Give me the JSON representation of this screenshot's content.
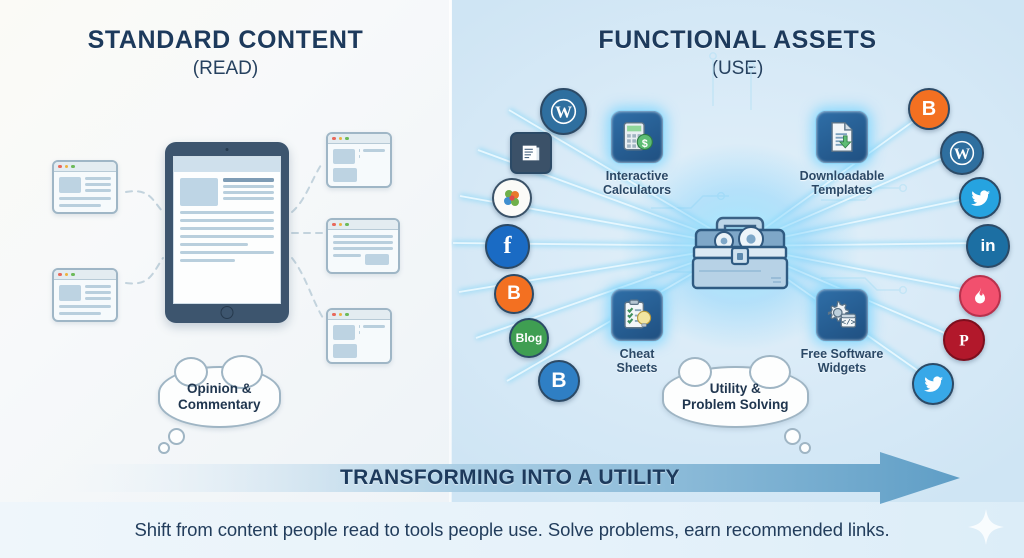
{
  "left_panel": {
    "title": "STANDARD CONTENT",
    "subtitle": "(READ)",
    "bubble": {
      "line1": "Opinion &",
      "line2": "Commentary"
    },
    "device": "tablet-article",
    "browser_card_count": 5
  },
  "right_panel": {
    "title": "FUNCTIONAL ASSETS",
    "subtitle": "(USE)",
    "bubble": {
      "line1": "Utility &",
      "line2": "Problem Solving"
    },
    "center_icon": "toolbox-icon",
    "assets": [
      {
        "id": "interactive-calculators",
        "icon": "calculator-dollar-icon",
        "line1": "Interactive",
        "line2": "Calculators"
      },
      {
        "id": "downloadable-templates",
        "icon": "document-download-icon",
        "line1": "Downloadable",
        "line2": "Templates"
      },
      {
        "id": "cheat-sheets",
        "icon": "clipboard-lightbulb-icon",
        "line1": "Cheat",
        "line2": "Sheets"
      },
      {
        "id": "free-software-widgets",
        "icon": "gear-code-icon",
        "line1": "Free Software",
        "line2": "Widgets"
      }
    ],
    "social_left": [
      {
        "id": "wordpress",
        "icon": "wordpress-icon",
        "label": "",
        "color": "#2f6f9f"
      },
      {
        "id": "article",
        "icon": "article-icon",
        "label": "",
        "color": "#3b5168"
      },
      {
        "id": "flower",
        "icon": "flower-icon",
        "label": "",
        "color": "#f7f7f5"
      },
      {
        "id": "facebook",
        "icon": "facebook-icon",
        "label": "f",
        "color": "#1a6bc4"
      },
      {
        "id": "blogger",
        "icon": "blogger-icon",
        "label": "B",
        "color": "#f37021"
      },
      {
        "id": "blog",
        "icon": "blog-text-icon",
        "label": "Blog",
        "color": "#3f9e52"
      },
      {
        "id": "blogger-blue",
        "icon": "blogger-blue-icon",
        "label": "B",
        "color": "#2f7fc4"
      }
    ],
    "social_right": [
      {
        "id": "blogger",
        "icon": "blogger-icon",
        "label": "B",
        "color": "#f37021"
      },
      {
        "id": "wordpress",
        "icon": "wordpress-icon",
        "label": "",
        "color": "#2f6f9f"
      },
      {
        "id": "twitter",
        "icon": "twitter-icon",
        "label": "",
        "color": "#26a3e0"
      },
      {
        "id": "linkedin",
        "icon": "linkedin-icon",
        "label": "in",
        "color": "#1c6fa3"
      },
      {
        "id": "tinder",
        "icon": "flame-icon",
        "label": "",
        "color": "#f2506e"
      },
      {
        "id": "pinterest",
        "icon": "pinterest-icon",
        "label": "",
        "color": "#b2182b"
      },
      {
        "id": "twitter-light",
        "icon": "twitter-icon",
        "label": "",
        "color": "#38a8e8"
      }
    ]
  },
  "banner": {
    "text": "TRANSFORMING INTO A UTILITY",
    "arrow_color": "#6aa5cc"
  },
  "footer": {
    "text": "Shift from content people read to tools people use. Solve problems, earn recommended links."
  },
  "colors": {
    "heading": "#1d3a5c",
    "left_bg": "#f7f9fa",
    "right_bg": "#d8eaf7",
    "ray": "#5ec8f5",
    "tile": "#2f6fa8",
    "glow": "#8fe0ff"
  }
}
